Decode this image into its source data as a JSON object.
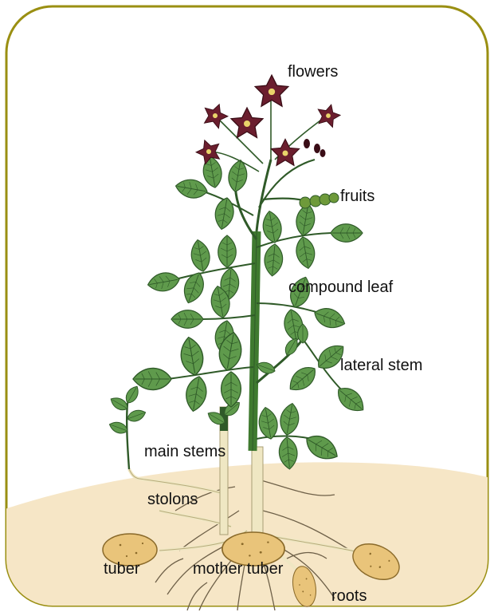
{
  "labels": {
    "flowers": "flowers",
    "fruits": "fruits",
    "compound_leaf": "compound leaf",
    "lateral_stem": "lateral stem",
    "main_stems": "main stems",
    "stolons": "stolons",
    "tuber": "tuber",
    "mother_tuber": "mother tuber",
    "roots": "roots"
  },
  "colors": {
    "frame": "#9a8f12",
    "soil": "#f6e6c6",
    "leaf": "#5f9a4c",
    "leaf_dark": "#2f5a28",
    "stem": "#3f7a2f",
    "underground_stem": "#efe7c3",
    "flower": "#6b1e2e",
    "tuber": "#e9c47a",
    "root": "#6e6048"
  }
}
